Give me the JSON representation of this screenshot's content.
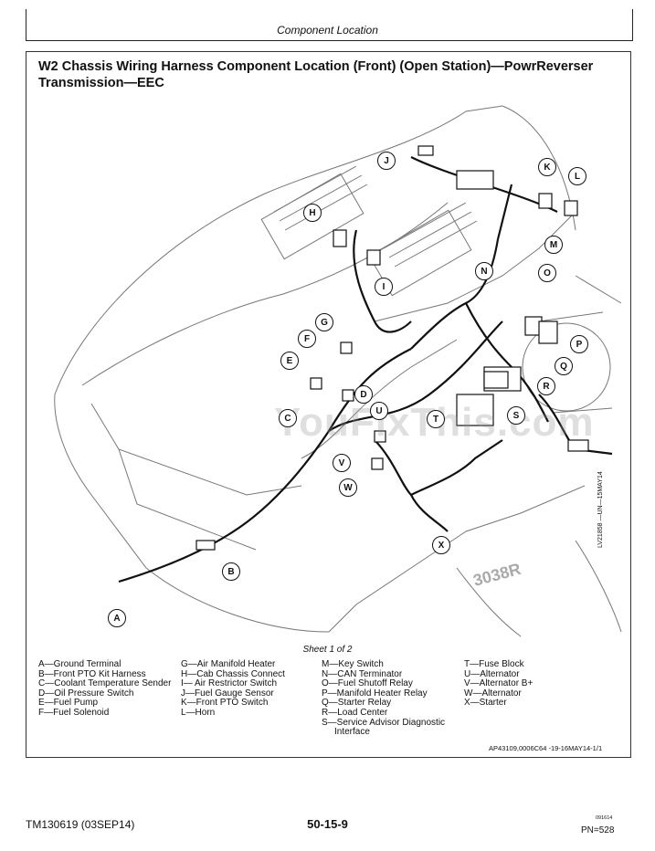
{
  "header": {
    "section_title": "Component Location"
  },
  "figure": {
    "title": "W2 Chassis Wiring Harness Component Location (Front) (Open Station)—PowrReverser Transmission—EEC",
    "sheet_label": "Sheet 1 of 2",
    "side_code": "LV21858 —UN—15MAY14",
    "watermark": "YouFixThis.com",
    "model_badge": "3038R",
    "callout_letters": [
      "A",
      "B",
      "C",
      "D",
      "E",
      "F",
      "G",
      "H",
      "I",
      "J",
      "K",
      "L",
      "M",
      "N",
      "O",
      "P",
      "Q",
      "R",
      "S",
      "T",
      "U",
      "V",
      "W",
      "X"
    ],
    "reference_code": "AP43109,0006C64 -19-16MAY14-1/1"
  },
  "legend": {
    "col1": [
      "A—Ground Terminal",
      "B—Front PTO Kit Harness",
      "C—Coolant Temperature Sender",
      "D—Oil Pressure Switch",
      "E—Fuel Pump",
      "F—Fuel Solenoid"
    ],
    "col2": [
      "G—Air Manifold Heater",
      "H—Cab Chassis Connect",
      "I— Air Restrictor Switch",
      "J—Fuel Gauge Sensor",
      "K—Front PTO Switch",
      "L—Horn"
    ],
    "col3": [
      "M—Key Switch",
      "N—CAN Terminator",
      "O—Fuel Shutoff Relay",
      "P—Manifold Heater Relay",
      "Q—Starter Relay",
      "R—Load Center",
      "S—Service Advisor Diagnostic"
    ],
    "col3_continuation": "Interface",
    "col4": [
      "T—Fuse Block",
      "U—Alternator",
      "V—Alternator B+",
      "W—Alternator",
      "X—Starter"
    ]
  },
  "footer": {
    "doc_code": "TM130619 (03SEP14)",
    "page_number": "50-15-9",
    "small_code": "091614",
    "pn": "PN=528"
  }
}
